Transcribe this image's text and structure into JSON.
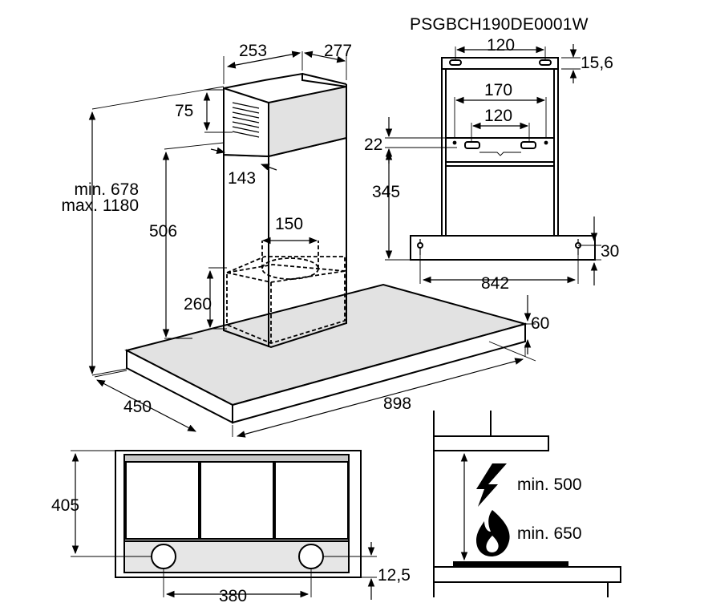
{
  "model_code": "PSGBCH190DE0001W",
  "dimensions": {
    "chimney_width": "253",
    "chimney_depth": "277",
    "chimney_vent": "75",
    "chimney_offset": "143",
    "total_height_min": "min. 678",
    "total_height_max": "max. 1180",
    "inner_height": "506",
    "duct_diameter": "150",
    "motor_height": "260",
    "hood_depth": "450",
    "hood_width": "898",
    "hood_thickness": "60",
    "bottom_depth": "405",
    "filter_spacing": "380",
    "bottom_offset": "12,5"
  },
  "bracket": {
    "top_spacing": "120",
    "top_offset": "15,6",
    "mid_spacing": "170",
    "inner_spacing": "120",
    "bracket_height": "22",
    "bracket_drop": "345",
    "side_offset": "30",
    "side_spacing": "842"
  },
  "clearance": {
    "electric_label": "min. 500",
    "gas_label": "min. 650"
  }
}
